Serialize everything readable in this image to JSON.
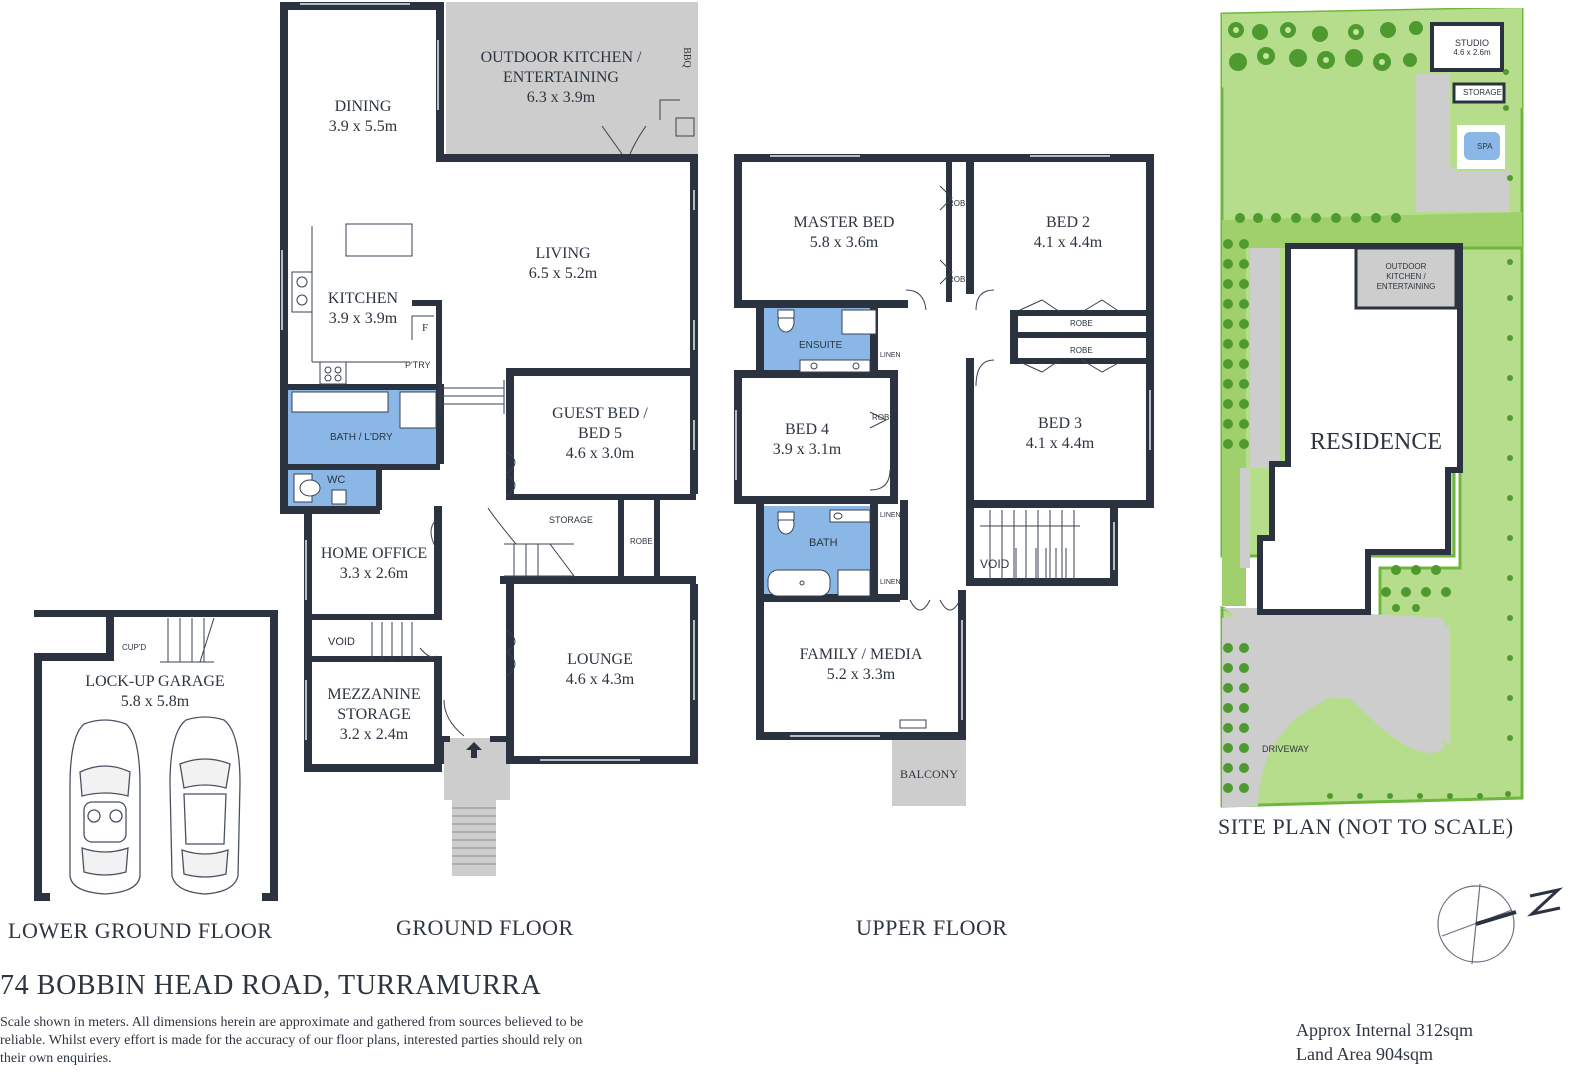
{
  "address": "74 BOBBIN HEAD ROAD, TURRAMURRA",
  "disclaimer": "Scale shown in meters. All dimensions herein are approximate and gathered from sources believed to be  reliable. Whilst every effort is made for the accuracy of our floor plans, interested parties should rely on their own enquiries.",
  "areas": {
    "internal": "Approx Internal 312sqm",
    "land": "Land Area 904sqm"
  },
  "floors": {
    "lower": "LOWER  GROUND FLOOR",
    "ground": "GROUND FLOOR",
    "upper": "UPPER FLOOR",
    "site": "SITE PLAN (NOT TO SCALE)"
  },
  "lower_ground": {
    "garage": {
      "name": "LOCK-UP GARAGE",
      "size": "5.8 x 5.8m"
    },
    "cupd": "CUP'D"
  },
  "ground": {
    "outdoor": {
      "name1": "OUTDOOR KITCHEN /",
      "name2": "ENTERTAINING",
      "size": "6.3 x 3.9m"
    },
    "bbq": "BBQ",
    "dining": {
      "name": "DINING",
      "size": "3.9 x 5.5m"
    },
    "living": {
      "name": "LIVING",
      "size": "6.5 x 5.2m"
    },
    "kitchen": {
      "name": "KITCHEN",
      "size": "3.9 x 3.9m"
    },
    "f": "F",
    "ptry": "P'TRY",
    "bath_ldry": "BATH / L'DRY",
    "wc": "WC",
    "guest": {
      "name1": "GUEST BED /",
      "name2": "BED 5",
      "size": "4.6 x 3.0m"
    },
    "storage": "STORAGE",
    "robe": "ROBE",
    "home_office": {
      "name": "HOME OFFICE",
      "size": "3.3 x 2.6m"
    },
    "void": "VOID",
    "mezzanine": {
      "name1": "MEZZANINE",
      "name2": "STORAGE",
      "size": "3.2 x 2.4m"
    },
    "lounge": {
      "name": "LOUNGE",
      "size": "4.6 x 4.3m"
    }
  },
  "upper": {
    "master": {
      "name": "MASTER BED",
      "size": "5.8 x 3.6m"
    },
    "bed2": {
      "name": "BED 2",
      "size": "4.1 x 4.4m"
    },
    "bed3": {
      "name": "BED 3",
      "size": "4.1 x 4.4m"
    },
    "bed4": {
      "name": "BED 4",
      "size": "3.9 x 3.1m"
    },
    "ensuite": "ENSUITE",
    "bath": "BATH",
    "linen": "LINEN",
    "robe": "ROBE",
    "void": "VOID",
    "family": {
      "name": "FAMILY / MEDIA",
      "size": "5.2 x 3.3m"
    },
    "balcony": "BALCONY"
  },
  "site": {
    "studio": {
      "name": "STUDIO",
      "size": "4.6 x 2.6m"
    },
    "storage": "STORAGE",
    "spa": "SPA",
    "outdoor1": "OUTDOOR",
    "outdoor2": "KITCHEN /",
    "outdoor3": "ENTERTAINING",
    "residence": "RESIDENCE",
    "driveway": "DRIVEWAY"
  },
  "colors": {
    "wall": "#2b3340",
    "wet": "#8ab7e6",
    "lawn": "#b6dd8c",
    "lawn_edge": "#6fb63f",
    "paved": "#cdcdcd"
  },
  "icons": [
    "north-arrow-icon",
    "entry-arrow-icon",
    "car-icon",
    "tree-icon"
  ]
}
